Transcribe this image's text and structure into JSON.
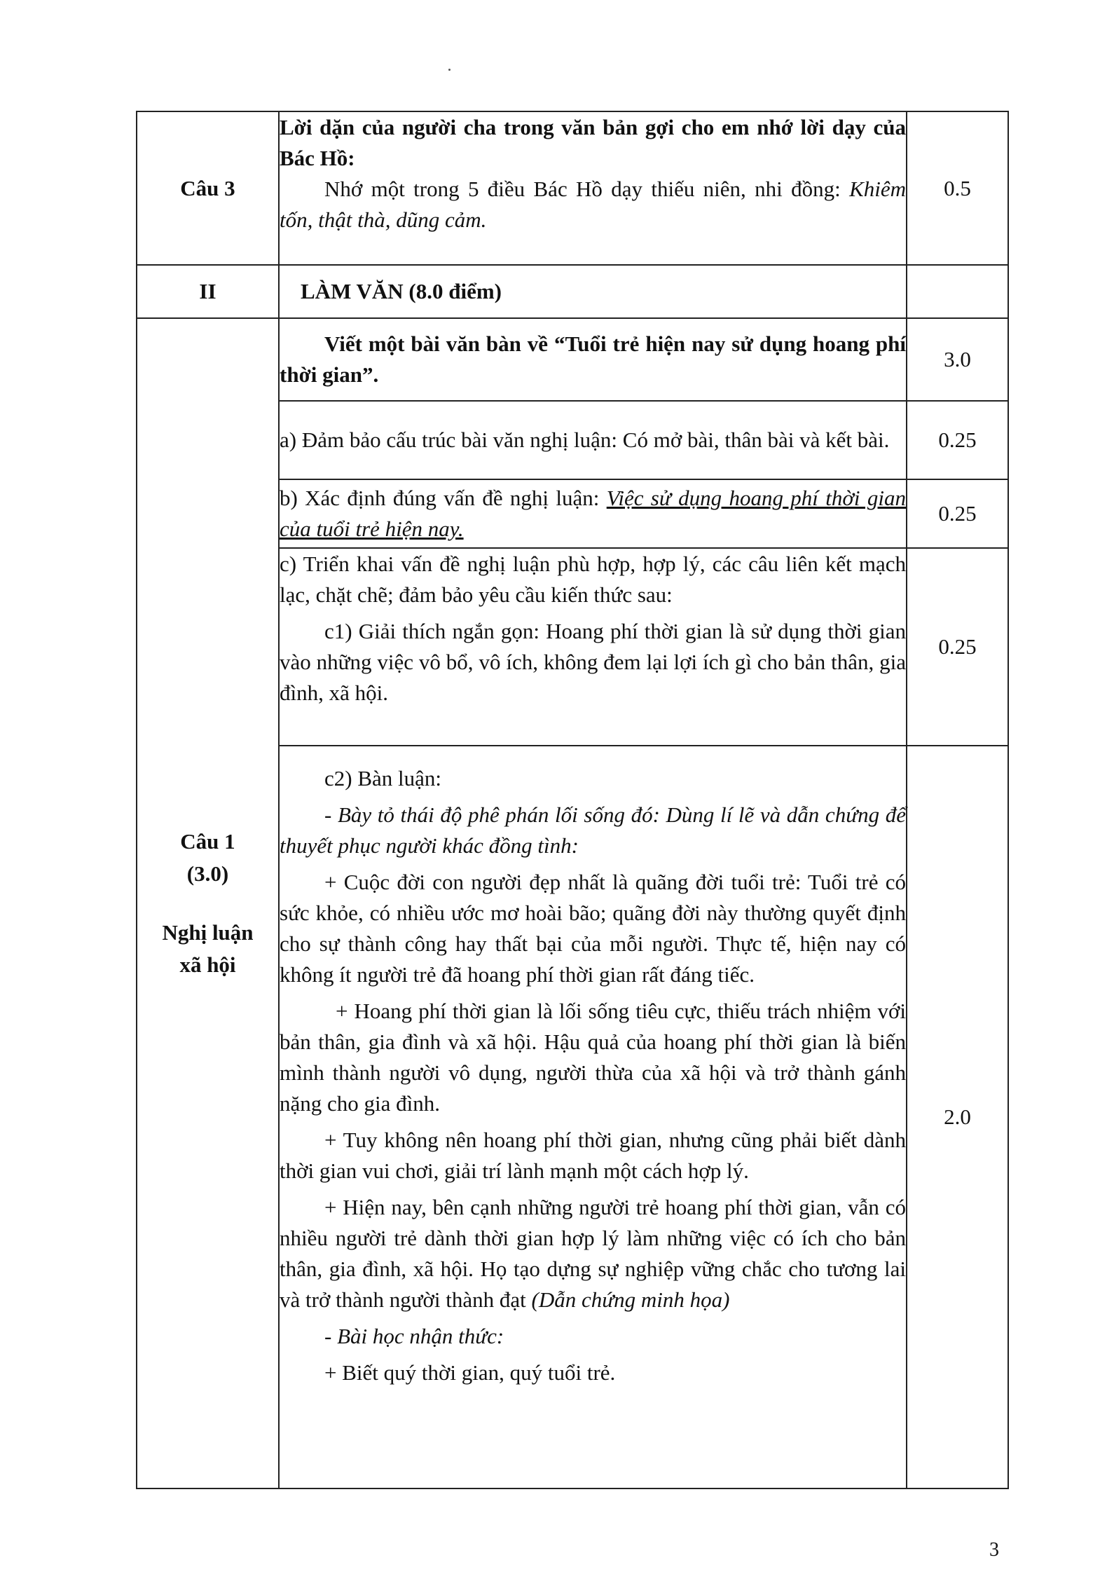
{
  "cau3": {
    "label": "Câu 3",
    "title": "Lời dặn của người cha trong văn bản gợi cho em nhớ lời dạy của Bác Hồ:",
    "body_plain": "Nhớ một trong 5 điều Bác Hồ dạy thiếu niên, nhi đồng: ",
    "body_italic": "Khiêm tốn, thật thà, dũng cảm.",
    "score": "0.5"
  },
  "section2": {
    "label": "II",
    "title": "LÀM VĂN (8.0 điểm)"
  },
  "cau1": {
    "label_line1": "Câu 1",
    "label_line2": "(3.0)",
    "label_line3": "Nghị luận",
    "label_line4": "xã hội",
    "prompt": "Viết một bài văn bàn về “Tuổi trẻ hiện nay sử dụng hoang phí thời gian”.",
    "prompt_score": "3.0",
    "a_text": "a) Đảm bảo cấu trúc bài văn nghị luận: Có mở bài, thân bài và kết bài.",
    "a_score": "0.25",
    "b_plain": "b) Xác định đúng vấn đề nghị luận: ",
    "b_italic": "Việc sử dụng hoang phí thời gian của tuổi trẻ hiện nay.",
    "b_score": "0.25",
    "c_intro": "c) Triển khai vấn đề nghị luận phù hợp, hợp lý, các câu liên kết mạch lạc, chặt chẽ; đảm bảo yêu cầu kiến thức sau:",
    "c1_text": "c1) Giải thích ngắn gọn: Hoang phí thời gian là sử dụng thời gian vào những việc vô bổ, vô ích, không đem lại lợi ích gì cho bản thân, gia đình, xã hội.",
    "c1_score": "0.25",
    "c2_heading": "c2) Bàn luận:",
    "c2_stance": "- Bày tỏ thái độ phê phán lối sống đó: Dùng lí lẽ và dẫn chứng để thuyết phục người khác đồng tình:",
    "c2_p1": "+ Cuộc đời con người đẹp nhất là quãng đời tuổi trẻ: Tuổi trẻ có sức khỏe, có nhiều ước mơ hoài bão; quãng đời này thường quyết định cho sự thành công hay thất bại của mỗi người. Thực tế, hiện nay có không ít người trẻ đã hoang phí thời gian rất đáng tiếc.",
    "c2_p2": "+ Hoang phí thời gian là lối sống tiêu cực, thiếu trách nhiệm với bản thân, gia đình và xã hội. Hậu quả của hoang phí thời gian là biến mình thành người vô dụng, người thừa của xã hội và trở thành gánh nặng cho gia đình.",
    "c2_p3": "+ Tuy không nên hoang phí thời gian, nhưng cũng phải biết dành thời gian vui chơi, giải trí lành mạnh một cách hợp lý.",
    "c2_p4_plain": "+ Hiện nay, bên cạnh những người trẻ hoang phí thời gian, vẫn có nhiều người trẻ dành thời gian hợp lý làm những việc có ích cho bản thân, gia đình, xã hội. Họ tạo dựng sự nghiệp vững chắc cho tương lai và trở thành người thành đạt ",
    "c2_p4_italic": "(Dẫn chứng minh họa)",
    "c2_lesson": "- Bài học nhận thức:",
    "c2_lesson_p1": "+ Biết quý thời gian, quý tuổi trẻ.",
    "c2_score": "2.0"
  },
  "page_number": "3"
}
